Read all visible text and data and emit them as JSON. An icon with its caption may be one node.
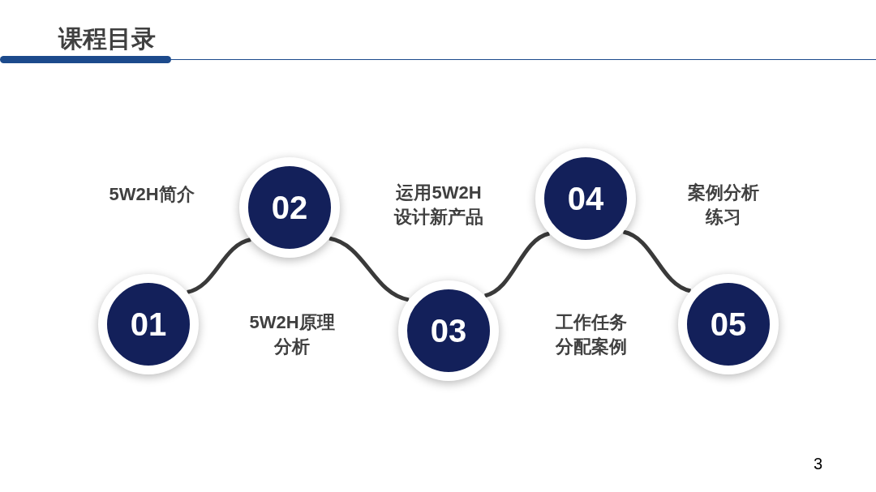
{
  "diagram": {
    "title": "课程目录",
    "nodes": [
      {
        "text": [
          "01"
        ]
      },
      {
        "text": [
          "02"
        ]
      },
      {
        "text": [
          "03"
        ]
      },
      {
        "text": [
          "04"
        ]
      },
      {
        "text": [
          "05"
        ]
      }
    ],
    "edges": [
      {
        "from": 0,
        "to": 1,
        "arrow": "none"
      },
      {
        "from": 1,
        "to": 2,
        "arrow": "none"
      },
      {
        "from": 2,
        "to": 3,
        "arrow": "none"
      },
      {
        "from": 3,
        "to": 4,
        "arrow": "none"
      }
    ],
    "labels": [
      "5W2H简介",
      "运用5W2H设计新产品",
      "案例分析练习",
      "5W2H原理分析",
      "工作任务分配案例",
      "3"
    ]
  }
}
